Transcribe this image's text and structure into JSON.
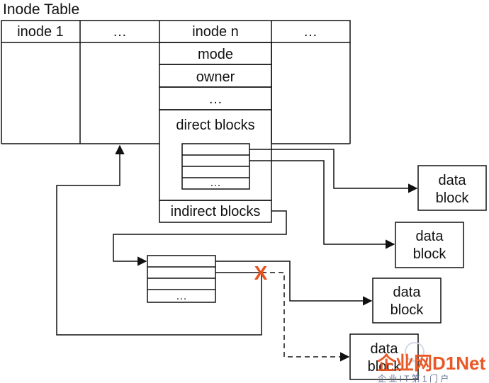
{
  "title": "Inode Table",
  "table_header": [
    "inode 1",
    "…",
    "inode n",
    "…"
  ],
  "inode_fields": {
    "mode": "mode",
    "owner": "owner",
    "ellipsis": "…",
    "direct_blocks": "direct blocks",
    "indirect_blocks": "indirect blocks"
  },
  "pointer_list_ellipsis": "…",
  "data_block_label": [
    "data",
    "block"
  ],
  "broken_link_mark": "X",
  "watermark": {
    "brand": "企业网D1Net",
    "tagline": "企 业 I T 第 1 门 户"
  },
  "colors": {
    "stroke": "#111111",
    "broken_mark": "#e8501c",
    "watermark_orange": "#e8501c",
    "watermark_blue": "#3a7bd5"
  }
}
